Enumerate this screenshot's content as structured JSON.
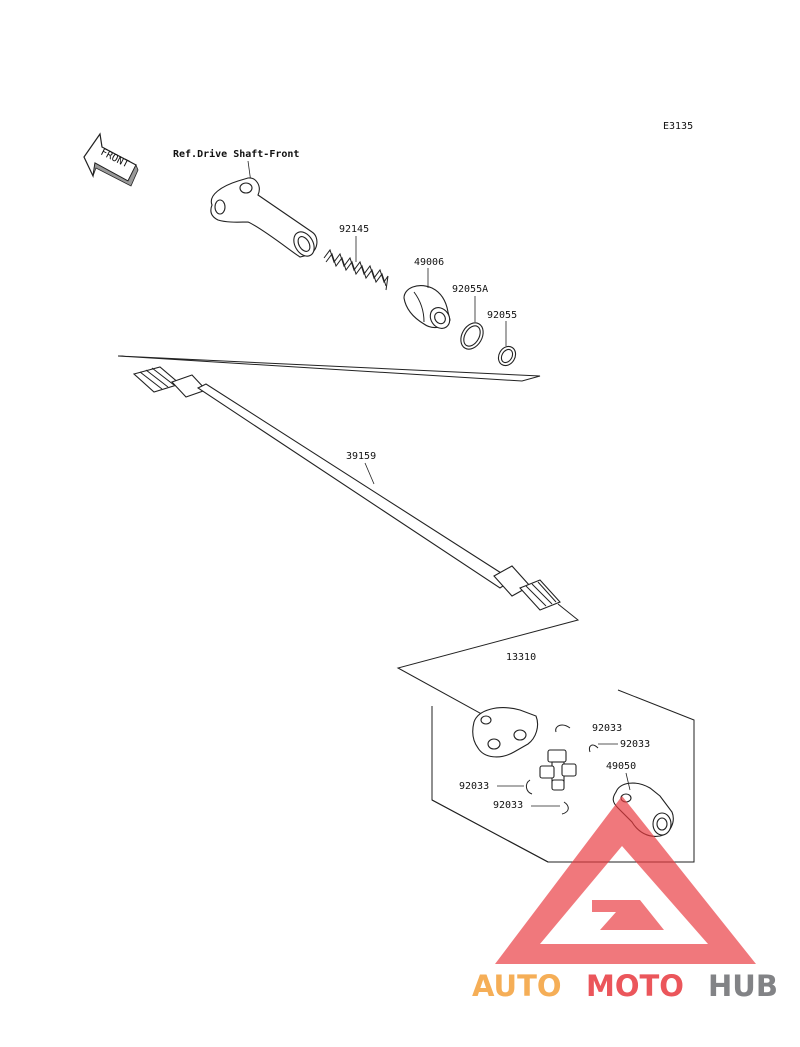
{
  "diagram_code": "E3135",
  "front_label": "FRONT",
  "reference_label": "Ref.Drive Shaft-Front",
  "parts": {
    "p92145": "92145",
    "p49006": "49006",
    "p92055A": "92055A",
    "p92055": "92055",
    "p39159": "39159",
    "p13310": "13310",
    "p92033_a": "92033",
    "p92033_b": "92033",
    "p92033_c": "92033",
    "p92033_d": "92033",
    "p49050": "49050"
  },
  "watermark": {
    "text_auto": "AUTO",
    "text_moto": "MOTO",
    "text_hub": "HUB",
    "color_red": "#e8393f",
    "color_orange": "#f4a13a",
    "color_gray": "#6d6e71"
  }
}
